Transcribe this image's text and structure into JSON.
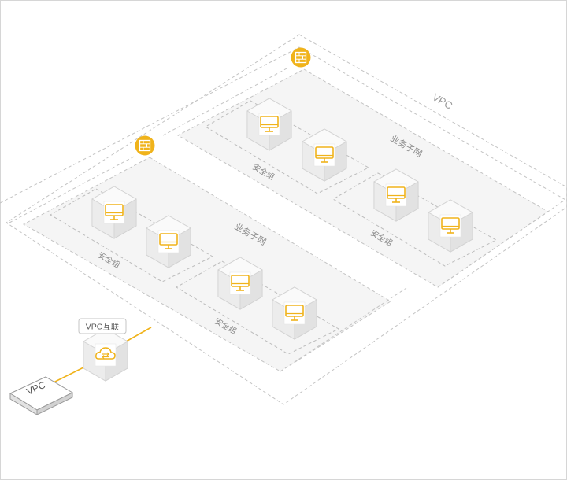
{
  "diagram": {
    "vpc_label": "VPC",
    "subnet_label": "业务子网",
    "security_group_label": "安全组",
    "peering_label": "VPC互联",
    "external_vpc_label": "VPC"
  },
  "icons": {
    "firewall": "firewall-icon",
    "server": "monitor-icon",
    "peering": "cloud-exchange-icon"
  },
  "colors": {
    "accent": "#f0b31b",
    "box_outline": "#bcbcbc",
    "subnet_fill": "#f5f5f5",
    "text": "#888888"
  }
}
